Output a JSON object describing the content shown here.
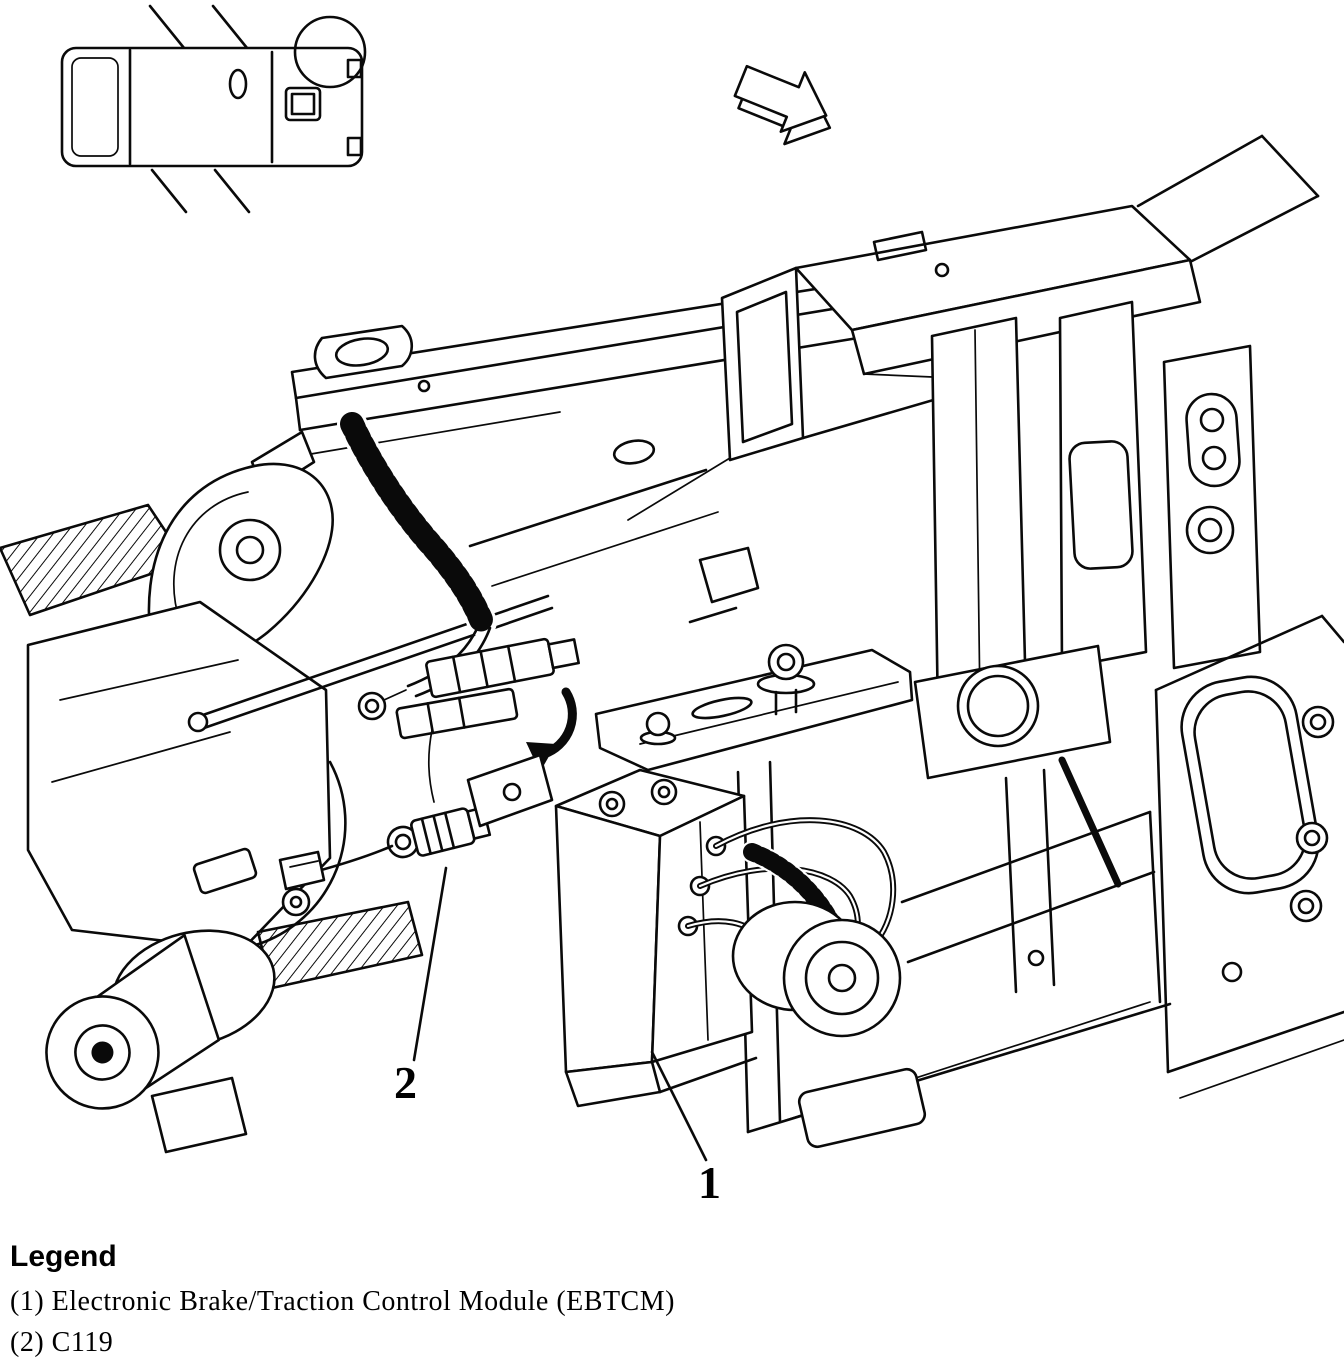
{
  "callouts": {
    "ebtcm": "1",
    "c119": "2"
  },
  "icons": {
    "direction_arrow": "front-of-vehicle-arrow",
    "vehicle_inset": "vehicle-location-inset"
  },
  "legend": {
    "title": "Legend",
    "items": [
      "(1) Electronic Brake/Traction Control Module (EBTCM)",
      "(2) C119"
    ]
  }
}
